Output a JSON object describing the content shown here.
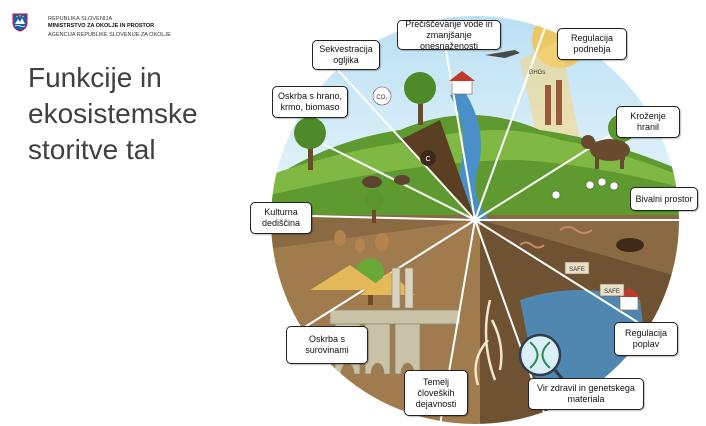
{
  "header": {
    "line1": "REPUBLIKA SLOVENIJA",
    "line2": "MINISTRSTVO ZA OKOLJE IN PROSTOR",
    "line3": "AGENCIJA REPUBLIKE SLOVENIJE ZA OKOLJE",
    "crest_icon": "slovenia-crest-icon"
  },
  "title": {
    "line1": "Funkcije in",
    "line2": "ekosistemske",
    "line3": "storitve tal"
  },
  "diagram": {
    "labels": {
      "sekvestracija": "Sekvestracija\nogljika",
      "preciscevanje": "Prečiščevanje vode in\nzmanjšanje onesnaženosti",
      "regulacija_podnebja": "Regulacija\npodnebja",
      "oskrba_hrana": "Oskrba s hrano,\nkrmo, biomaso",
      "krozenje": "Kroženje\nhranil",
      "bivalni": "Bivalni prostor",
      "kulturna": "Kulturna\ndediščina",
      "regulacija_poplav": "Regulacija\npoplav",
      "oskrba_surovine": "Oskrba s\nsurovinami",
      "temelj": "Temelj\nčloveških\ndejavnosti",
      "vir_zdravil": "Vir zdravil in genetskega\nmateriala"
    },
    "inline_text": {
      "co2": "CO₂",
      "c": "C",
      "ghgs": "GHGs",
      "safe": "SAFE"
    },
    "colors": {
      "sky": "#cfe9f7",
      "grass": "#5e9a2f",
      "soil": "#8a6a43",
      "dark_soil": "#5a3f22",
      "water": "#4a90c8",
      "sun": "#f5c242"
    }
  }
}
